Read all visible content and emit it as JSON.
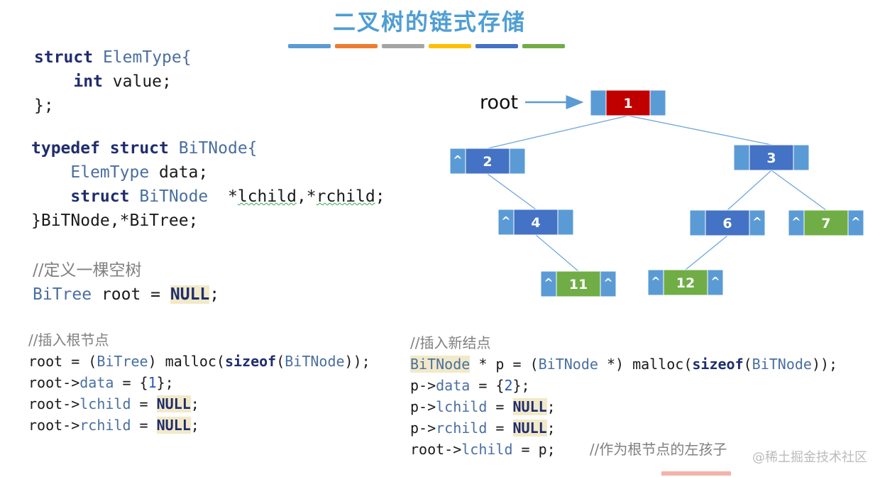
{
  "title": "二叉树的链式存储",
  "stripe_colors": [
    "#5b9bd5",
    "#ed7d31",
    "#a5a5a5",
    "#ffc000",
    "#4472c4",
    "#70ad47"
  ],
  "code_elemtype": {
    "l1_kw": "struct",
    "l1_name": "ElemType{",
    "l2_kw": "int",
    "l2_rest": " value;",
    "l3": "};"
  },
  "code_bitnode": {
    "l1_kw1": "typedef",
    "l1_kw2": "struct",
    "l1_name": "BiTNode{",
    "l2_type": "ElemType",
    "l2_rest": " data;",
    "l3_kw": "struct",
    "l3_type": "BiTNode",
    "l3_star1": "*",
    "l3_lc": "lchild",
    "l3_comma": ",*",
    "l3_rc": "rchild",
    "l3_end": ";",
    "l4": "}BiTNode,*BiTree;"
  },
  "code_empty": {
    "comment": "//定义一棵空树",
    "type": "BiTree",
    "mid": " root = ",
    "null": "NULL",
    "end": ";"
  },
  "code_root": {
    "comment": "//插入根节点",
    "l1_a": "root = (",
    "l1_type": "BiTree",
    "l1_b": ") malloc(",
    "l1_kw": "sizeof",
    "l1_c": "(",
    "l1_type2": "BiTNode",
    "l1_d": "));",
    "l2_a": "root->",
    "l2_fld": "data",
    "l2_b": " = {",
    "l2_num": "1",
    "l2_c": "};",
    "l3_a": "root->",
    "l3_fld": "lchild",
    "l3_b": " = ",
    "l3_null": "NULL",
    "l3_c": ";",
    "l4_a": "root->",
    "l4_fld": "rchild",
    "l4_b": " = ",
    "l4_null": "NULL",
    "l4_c": ";"
  },
  "code_insert": {
    "comment": "//插入新结点",
    "l1_type": "BiTNode",
    "l1_a": " * p = (",
    "l1_type2": "BiTNode",
    "l1_b": " *) malloc(",
    "l1_kw": "sizeof",
    "l1_c": "(",
    "l1_type3": "BiTNode",
    "l1_d": "));",
    "l2_a": "p->",
    "l2_fld": "data",
    "l2_b": " = {",
    "l2_num": "2",
    "l2_c": "};",
    "l3_a": "p->",
    "l3_fld": "lchild",
    "l3_b": " = ",
    "l3_null": "NULL",
    "l3_c": ";",
    "l4_a": "p->",
    "l4_fld": "rchild",
    "l4_b": " = ",
    "l4_null": "NULL",
    "l4_c": ";",
    "l5_a": "root->",
    "l5_fld": "lchild",
    "l5_b": " = p;",
    "l5_cmt": "//作为根节点的左孩子"
  },
  "diagram": {
    "root_label": "root",
    "nodes": [
      {
        "id": "n1",
        "value": "1",
        "left": "",
        "right": "",
        "color": "#c00000"
      },
      {
        "id": "n2",
        "value": "2",
        "left": "^",
        "right": "",
        "color": "#4472c4"
      },
      {
        "id": "n3",
        "value": "3",
        "left": "",
        "right": "",
        "color": "#4472c4"
      },
      {
        "id": "n4",
        "value": "4",
        "left": "^",
        "right": "",
        "color": "#4472c4"
      },
      {
        "id": "n6",
        "value": "6",
        "left": "",
        "right": "^",
        "color": "#4472c4"
      },
      {
        "id": "n7",
        "value": "7",
        "left": "^",
        "right": "^",
        "color": "#70ad47"
      },
      {
        "id": "n11",
        "value": "11",
        "left": "^",
        "right": "^",
        "color": "#70ad47"
      },
      {
        "id": "n12",
        "value": "12",
        "left": "^",
        "right": "^",
        "color": "#70ad47"
      }
    ],
    "edges": [
      [
        "n1",
        "n2"
      ],
      [
        "n1",
        "n3"
      ],
      [
        "n2",
        "n4"
      ],
      [
        "n3",
        "n6"
      ],
      [
        "n3",
        "n7"
      ],
      [
        "n4",
        "n11"
      ],
      [
        "n6",
        "n12"
      ]
    ]
  },
  "watermark": "@稀土掘金技术社区"
}
